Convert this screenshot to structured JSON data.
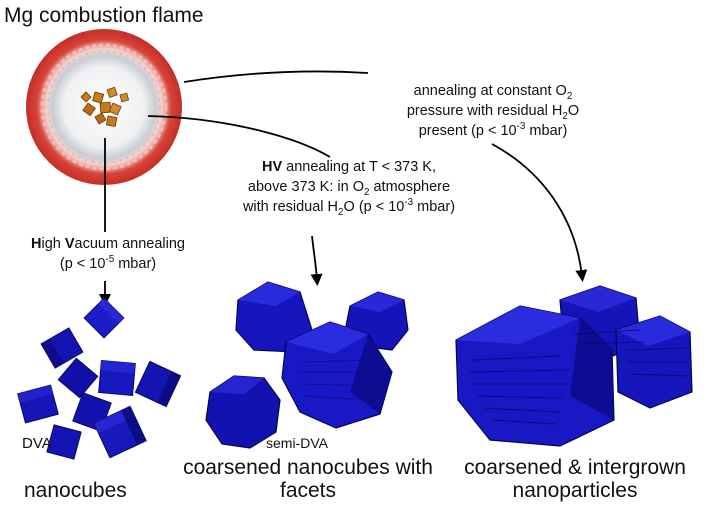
{
  "title": "Mg combustion flame",
  "annotations": {
    "right": {
      "line1_a": "annealing at constant O",
      "line1_sub": "2",
      "line2": "pressure with residual H",
      "line2_sub": "2",
      "line2_b": "O",
      "line3_a": "present (p < 10",
      "line3_sup": "-3",
      "line3_b": " mbar)"
    },
    "middle": {
      "hv": "HV",
      "line1_rest": " annealing at T < 373 K,",
      "line2_a": "above 373 K: in O",
      "line2_sub": "2",
      "line2_b": " atmosphere",
      "line3_a": "with residual H",
      "line3_sub": "2",
      "line3_b": "O (p < 10",
      "line3_sup": "-3",
      "line3_c": " mbar)"
    },
    "left": {
      "h": "H",
      "igh": "igh ",
      "v": "V",
      "acuum": "acuum annealing",
      "line2_a": "(p < 10",
      "line2_sup": "-5",
      "line2_b": " mbar)"
    }
  },
  "labels": {
    "dva": "DVA",
    "semi_dva": "semi-DVA"
  },
  "results": {
    "left": "nanocubes",
    "middle": "coarsened nanocubes with facets",
    "right": "coarsened & intergrown nanoparticles"
  },
  "colors": {
    "cube_blue": "#1414b4",
    "cube_dark": "#0a0a6e",
    "flame_red": "#d03428",
    "particle_orange": "#c8781e"
  }
}
